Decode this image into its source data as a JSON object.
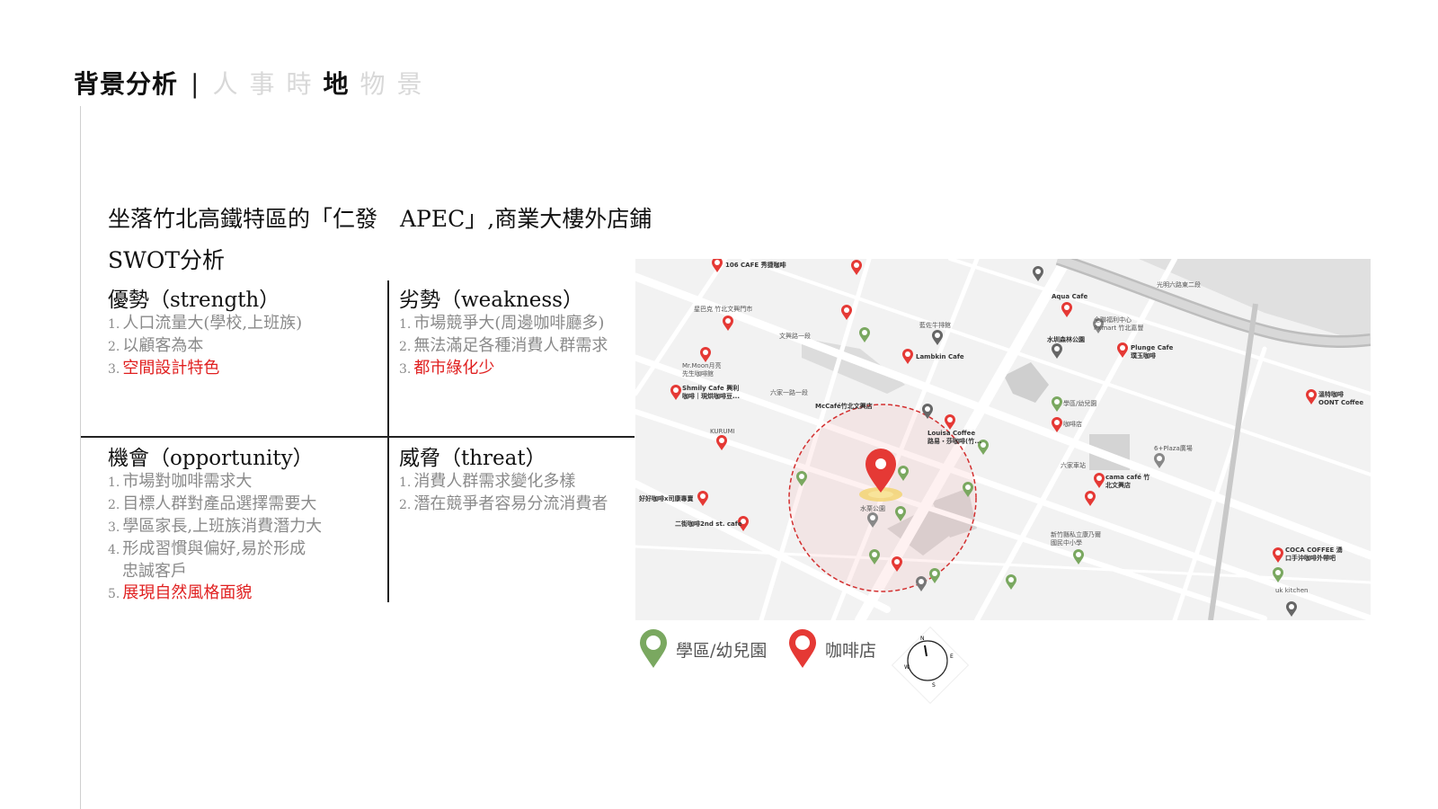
{
  "header": {
    "title": "背景分析",
    "separator": "|",
    "tabs": [
      {
        "label": "人",
        "active": false
      },
      {
        "label": "事",
        "active": false
      },
      {
        "label": "時",
        "active": false
      },
      {
        "label": "地",
        "active": true
      },
      {
        "label": "物",
        "active": false
      },
      {
        "label": "景",
        "active": false
      }
    ]
  },
  "subtitle": "坐落竹北高鐵特區的「仁發　APEC」,商業大樓外店鋪",
  "swot_title": "SWOT分析",
  "swot": {
    "strength": {
      "title": "優勢（strength）",
      "items": [
        {
          "num": "1.",
          "text": "人口流量大(學校,上班族)",
          "highlight": false
        },
        {
          "num": "2.",
          "text": "以顧客為本",
          "highlight": false
        },
        {
          "num": "3.",
          "text": "空間設計特色",
          "highlight": true
        }
      ]
    },
    "weakness": {
      "title": "劣勢（weakness）",
      "items": [
        {
          "num": "1.",
          "text": "市場競爭大(周邊咖啡廳多)",
          "highlight": false
        },
        {
          "num": "2.",
          "text": "無法滿足各種消費人群需求",
          "highlight": false
        },
        {
          "num": "3.",
          "text": "都市綠化少",
          "highlight": true
        }
      ]
    },
    "opportunity": {
      "title": "機會（opportunity）",
      "items": [
        {
          "num": "1.",
          "text": "市場對咖啡需求大",
          "highlight": false
        },
        {
          "num": "2.",
          "text": "目標人群對產品選擇需要大",
          "highlight": false
        },
        {
          "num": "3.",
          "text": "學區家長,上班族消費潛力大",
          "highlight": false
        },
        {
          "num": "4.",
          "text": "形成習慣與偏好,易於形成",
          "cont": "忠誠客戶",
          "highlight": false
        },
        {
          "num": "5.",
          "text": "展現自然風格面貌",
          "highlight": true
        }
      ]
    },
    "threat": {
      "title": "威脅（threat）",
      "items": [
        {
          "num": "1.",
          "text": "消費人群需求變化多樣",
          "highlight": false
        },
        {
          "num": "2.",
          "text": "潛在競爭者容易分流消費者",
          "highlight": false
        }
      ]
    }
  },
  "map": {
    "labels": {
      "cafe106": "106 CAFE 秀捷咖啡",
      "starbucks": "星巴克 竹北文興門市",
      "mrmoon": "Mr.Moon月亮\n先生咖啡館",
      "shmily": "Shmily Cafe 興利\n咖啡｜現烘咖啡豆...",
      "lambkin": "Lambkin Cafe",
      "steak": "藍佐牛排館",
      "mccafe": "McCafé竹北文興店",
      "kurumi": "KURUMI",
      "louisa": "Louisa Coffee\n路易・莎咖啡(竹...",
      "haohao": "好好咖啡x司康專賣",
      "erjie": "二街咖啡2nd st. cafe",
      "park": "水栗公園",
      "aqua": "Aqua Cafe",
      "pxmart": "全聯福利中心\nPxmart 竹北嘉豐",
      "forest": "水圳森林公園",
      "plunge": "Plunge Cafe\n璞玉咖啡",
      "legend_school": "學區/幼兒園",
      "legend_cafe": "咖啡店",
      "oont": "溫特咖啡\nOONT Coffee",
      "plaza": "6+Plaza廣場",
      "station": "六家車站",
      "cama": "cama café 竹\n北文興店",
      "school": "新竹縣私立康乃爾\n國民中小學",
      "coca": "COCA COFFEE 湧\n口手沖咖啡外帶吧",
      "uk": "uk kitchen",
      "road1": "光明六路東二段",
      "road2": "文興路一段",
      "road3": "六家一路一段"
    },
    "accent_red": "#e53935",
    "accent_green": "#7aa860",
    "radius_circle_color": "#d32f2f"
  },
  "legend": {
    "school": "學區/幼兒園",
    "cafe": "咖啡店"
  },
  "compass": {
    "n": "N",
    "e": "E",
    "s": "S",
    "w": "W"
  }
}
